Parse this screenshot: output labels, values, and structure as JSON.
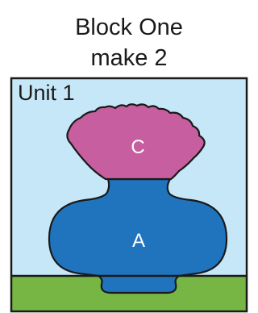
{
  "header": {
    "line1": "Block One",
    "line2": "make 2"
  },
  "block": {
    "unit_label": "Unit 1",
    "top_shape_label": "C",
    "bottom_shape_label": "A"
  },
  "colors": {
    "sky": "#c6e7f7",
    "ground": "#77b644",
    "vase": "#1f74bd",
    "flower": "#c75ea0",
    "outline": "#1a1a1a"
  }
}
